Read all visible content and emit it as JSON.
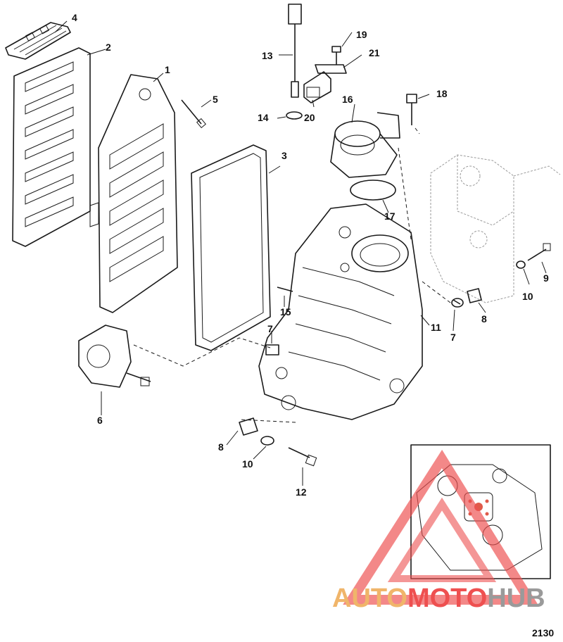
{
  "callouts": {
    "c1": "1",
    "c2": "2",
    "c3": "3",
    "c4": "4",
    "c5": "5",
    "c6": "6",
    "c7a": "7",
    "c7b": "7",
    "c8a": "8",
    "c8b": "8",
    "c9": "9",
    "c10a": "10",
    "c10b": "10",
    "c11": "11",
    "c12": "12",
    "c13": "13",
    "c14": "14",
    "c15": "15",
    "c16": "16",
    "c17": "17",
    "c18": "18",
    "c19": "19",
    "c20": "20",
    "c21": "21"
  },
  "figure_number": "2130",
  "watermark": {
    "part1": "AUTO",
    "part2": "MOTO",
    "part3": "HUB",
    "color_orange": "#f0b56a",
    "color_red": "#ee5050",
    "color_gray": "#9a9a9a"
  }
}
